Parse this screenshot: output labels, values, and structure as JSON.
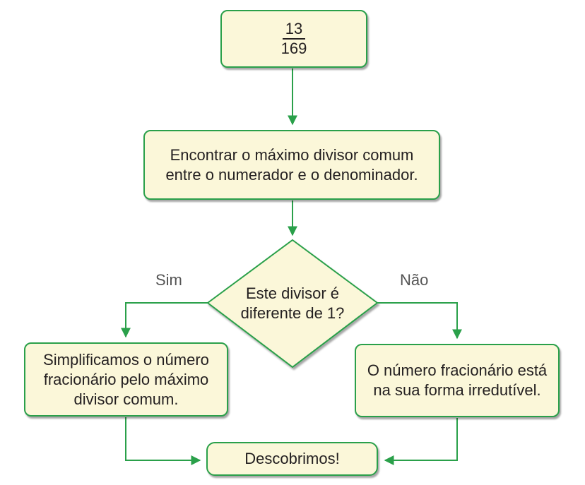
{
  "diagram": {
    "start": {
      "numerator": "13",
      "denominator": "169"
    },
    "process": "Encontrar o máximo divisor comum\nentre o numerador e o denominador.",
    "decision": "Este divisor é\ndiferente de 1?",
    "branch_yes": "Sim",
    "branch_no": "Não",
    "yes_action": "Simplificamos o número\nfracionário pelo máximo\ndivisor comum.",
    "no_action": "O número fracionário está\nna sua forma irredutível.",
    "end": "Descobrimos!"
  },
  "colors": {
    "box_fill": "#fbf7d9",
    "box_border": "#2aa04a",
    "arrow": "#2aa04a",
    "text": "#231f20",
    "branch_label": "#555555"
  }
}
